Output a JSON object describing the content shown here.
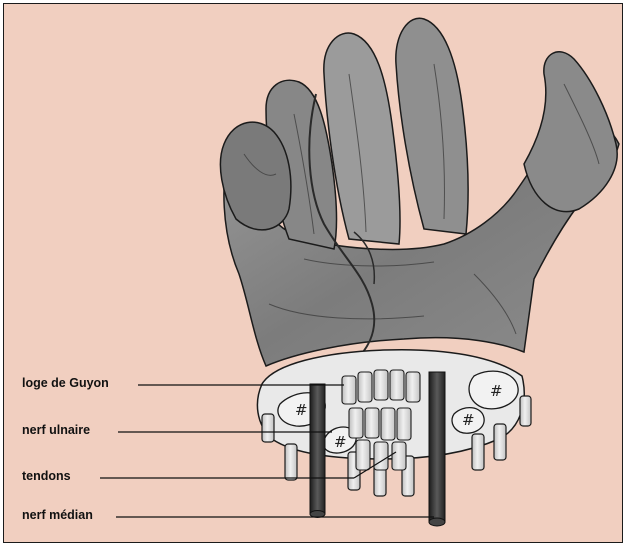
{
  "labels": {
    "loge_guyon": "loge de Guyon",
    "nerf_ulnaire": "nerf ulnaire",
    "tendons": "tendons",
    "nerf_median": "nerf médian"
  },
  "colors": {
    "background": "#f1cfc0",
    "skin": "#7f7f7f",
    "skin_light": "#a9a9a9",
    "bone": "#dcdcdc",
    "nerve": "#2f2f2f",
    "outline": "#1b1b1b"
  }
}
